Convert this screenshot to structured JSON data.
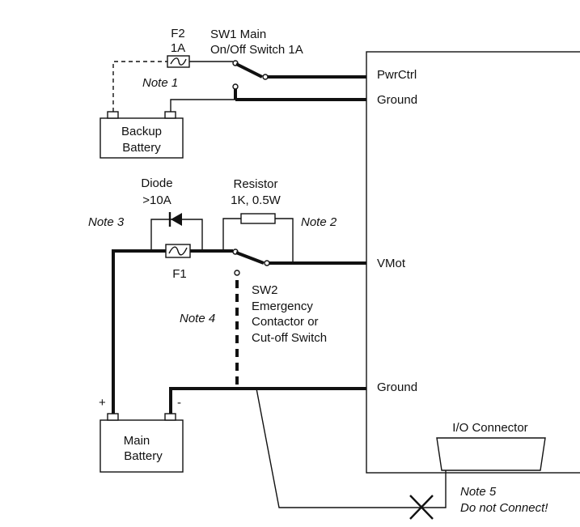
{
  "labels": {
    "f2_name": "F2",
    "f2_rating": "1A",
    "sw1_line1": "SW1 Main",
    "sw1_line2": "On/Off Switch 1A",
    "note1": "Note 1",
    "backup_line1": "Backup",
    "backup_line2": "Battery",
    "pwrctrl": "PwrCtrl",
    "ground_top": "Ground",
    "diode_line1": "Diode",
    "diode_line2": ">10A",
    "resistor_line1": "Resistor",
    "resistor_line2": "1K, 0.5W",
    "note3": "Note 3",
    "note2": "Note 2",
    "f1": "F1",
    "vmot": "VMot",
    "sw2_line1": "SW2",
    "sw2_line2": "Emergency",
    "sw2_line3": "Contactor or",
    "sw2_line4": "Cut-off Switch",
    "note4": "Note 4",
    "plus": "+",
    "minus": "-",
    "ground_bottom": "Ground",
    "io_connector": "I/O Connector",
    "main_line1": "Main",
    "main_line2": "Battery",
    "note5_line1": "Note 5",
    "note5_line2": "Do not Connect!"
  }
}
